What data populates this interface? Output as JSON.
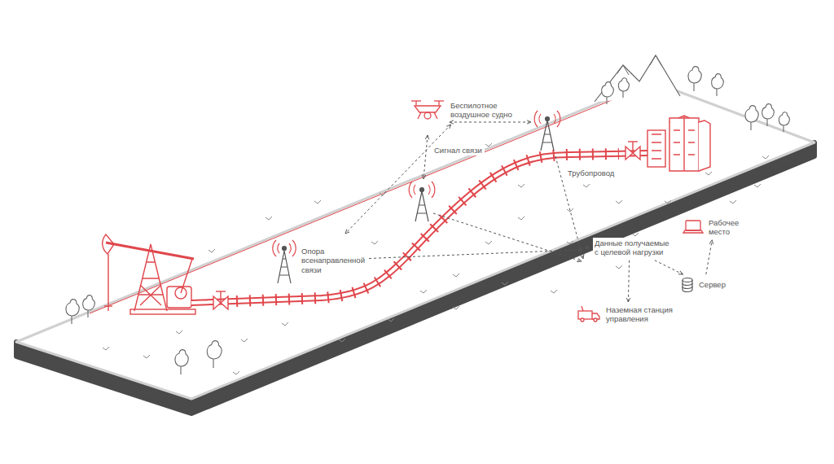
{
  "diagram": {
    "nodes": [
      {
        "text": [
          "Беспилотное воздушное судно"
        ]
      },
      {
        "text": [
          "Опора всенаправленной связи"
        ]
      },
      {
        "text": [
          "Данные получаемые с целевой нагрузки"
        ]
      },
      {
        "text": [
          "Рабочее место"
        ]
      },
      {
        "text": [
          "Сервер"
        ]
      },
      {
        "text": [
          "Наземная станция управления"
        ]
      }
    ],
    "edges": [
      {
        "from": 0,
        "to": 1,
        "arrow": "both"
      },
      {
        "from": 1,
        "to": 2,
        "arrow": "to"
      },
      {
        "from": 2,
        "to": 5,
        "arrow": "to"
      },
      {
        "from": 2,
        "to": 4,
        "arrow": "to"
      },
      {
        "from": 4,
        "to": 3,
        "arrow": "to"
      }
    ],
    "labels": [
      "Сигнал связи",
      "Трубопровод"
    ]
  }
}
